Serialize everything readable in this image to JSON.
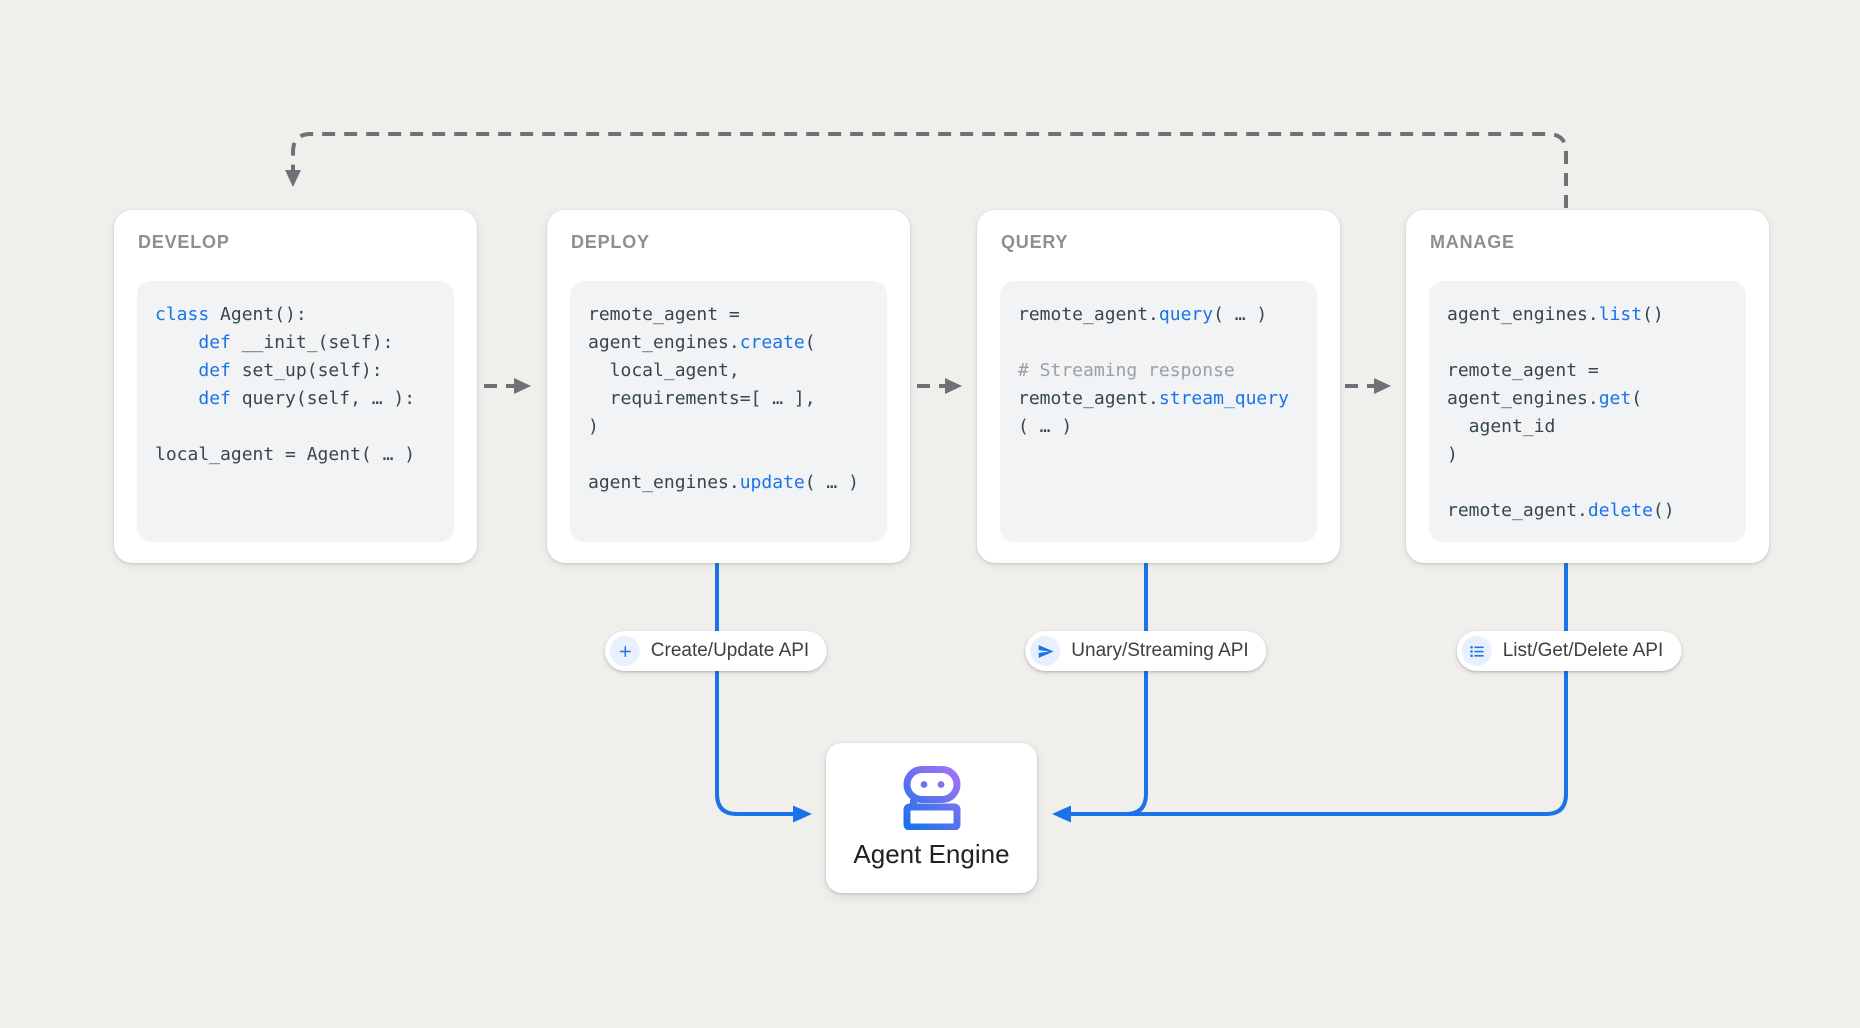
{
  "page": {
    "background": "#f0efec"
  },
  "colors": {
    "accent_blue": "#1a73e8",
    "code_text": "#37474f",
    "comment_gray": "#9aa0a6",
    "title_gray": "#8a9095",
    "dashed_gray": "#6e7276",
    "pill_icon_bg": "#e8f0fe",
    "robot_gradient_purple": "#a672f5",
    "robot_gradient_blue": "#1a73e8",
    "card_bg": "#ffffff",
    "code_block_bg": "#f1f3f4"
  },
  "cards": [
    {
      "title": "DEVELOP",
      "code_lines": [
        [
          [
            "class",
            "kw"
          ],
          [
            " Agent():",
            ""
          ]
        ],
        [
          [
            "    ",
            ""
          ],
          [
            "def",
            "kw"
          ],
          [
            " __init_(self):",
            ""
          ]
        ],
        [
          [
            "    ",
            ""
          ],
          [
            "def",
            "kw"
          ],
          [
            " set_up(self):",
            ""
          ]
        ],
        [
          [
            "    ",
            ""
          ],
          [
            "def",
            "kw"
          ],
          [
            " query(self, … ):",
            ""
          ]
        ],
        [],
        [
          [
            "local_agent = Agent( … )",
            ""
          ]
        ]
      ]
    },
    {
      "title": "DEPLOY",
      "code_lines": [
        [
          [
            "remote_agent =",
            ""
          ]
        ],
        [
          [
            "agent_engines.",
            ""
          ],
          [
            "create",
            "kw"
          ],
          [
            "(",
            ""
          ]
        ],
        [
          [
            "  local_agent,",
            ""
          ]
        ],
        [
          [
            "  requirements=[ … ],",
            ""
          ]
        ],
        [
          [
            ")",
            ""
          ]
        ],
        [],
        [
          [
            "agent_engines.",
            ""
          ],
          [
            "update",
            "kw"
          ],
          [
            "( … )",
            ""
          ]
        ]
      ]
    },
    {
      "title": "QUERY",
      "code_lines": [
        [
          [
            "remote_agent.",
            ""
          ],
          [
            "query",
            "kw"
          ],
          [
            "( … )",
            ""
          ]
        ],
        [],
        [
          [
            "# Streaming response",
            "cm"
          ]
        ],
        [
          [
            "remote_agent.",
            ""
          ],
          [
            "stream_query",
            "kw"
          ]
        ],
        [
          [
            "( … )",
            ""
          ]
        ]
      ]
    },
    {
      "title": "MANAGE",
      "code_lines": [
        [
          [
            "agent_engines.",
            ""
          ],
          [
            "list",
            "kw"
          ],
          [
            "()",
            ""
          ]
        ],
        [],
        [
          [
            "remote_agent =",
            ""
          ]
        ],
        [
          [
            "agent_engines.",
            ""
          ],
          [
            "get",
            "kw"
          ],
          [
            "(",
            ""
          ]
        ],
        [
          [
            "  agent_id",
            ""
          ]
        ],
        [
          [
            ")",
            ""
          ]
        ],
        [],
        [
          [
            "remote_agent.",
            ""
          ],
          [
            "delete",
            "kw"
          ],
          [
            "()",
            ""
          ]
        ]
      ]
    }
  ],
  "pills": [
    {
      "label": "Create/Update API",
      "icon": "plus-icon"
    },
    {
      "label": "Unary/Streaming API",
      "icon": "send-icon"
    },
    {
      "label": "List/Get/Delete API",
      "icon": "list-icon"
    }
  ],
  "engine": {
    "label": "Agent Engine",
    "icon": "robot-icon"
  }
}
